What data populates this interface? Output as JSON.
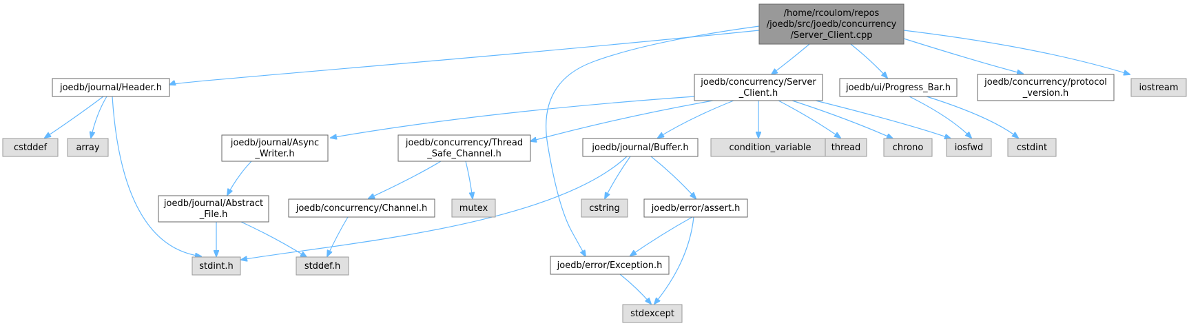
{
  "diagram": {
    "colors": {
      "edge": "#63b8ff",
      "root_fill": "#999999",
      "file_fill": "#ffffff",
      "system_fill": "#e0e0e0",
      "border": "#666666"
    },
    "nodes": [
      {
        "id": "root",
        "kind": "root",
        "lines": [
          "/home/rcoulom/repos",
          "/joedb/src/joedb/concurrency",
          "/Server_Client.cpp"
        ]
      },
      {
        "id": "header",
        "kind": "file",
        "lines": [
          "joedb/journal/Header.h"
        ]
      },
      {
        "id": "server_client_h",
        "kind": "file",
        "lines": [
          "joedb/concurrency/Server",
          "_Client.h"
        ]
      },
      {
        "id": "progress_bar",
        "kind": "file",
        "lines": [
          "joedb/ui/Progress_Bar.h"
        ]
      },
      {
        "id": "protocol_version",
        "kind": "file",
        "lines": [
          "joedb/concurrency/protocol",
          "_version.h"
        ]
      },
      {
        "id": "iostream",
        "kind": "system",
        "lines": [
          "iostream"
        ]
      },
      {
        "id": "cstddef",
        "kind": "system",
        "lines": [
          "cstddef"
        ]
      },
      {
        "id": "array",
        "kind": "system",
        "lines": [
          "array"
        ]
      },
      {
        "id": "async_writer",
        "kind": "file",
        "lines": [
          "joedb/journal/Async",
          "_Writer.h"
        ]
      },
      {
        "id": "thread_safe_channel",
        "kind": "file",
        "lines": [
          "joedb/concurrency/Thread",
          "_Safe_Channel.h"
        ]
      },
      {
        "id": "buffer",
        "kind": "file",
        "lines": [
          "joedb/journal/Buffer.h"
        ]
      },
      {
        "id": "condition_variable",
        "kind": "system",
        "lines": [
          "condition_variable"
        ]
      },
      {
        "id": "thread",
        "kind": "system",
        "lines": [
          "thread"
        ]
      },
      {
        "id": "chrono",
        "kind": "system",
        "lines": [
          "chrono"
        ]
      },
      {
        "id": "iosfwd",
        "kind": "system",
        "lines": [
          "iosfwd"
        ]
      },
      {
        "id": "cstdint",
        "kind": "system",
        "lines": [
          "cstdint"
        ]
      },
      {
        "id": "abstract_file",
        "kind": "file",
        "lines": [
          "joedb/journal/Abstract",
          "_File.h"
        ]
      },
      {
        "id": "channel",
        "kind": "file",
        "lines": [
          "joedb/concurrency/Channel.h"
        ]
      },
      {
        "id": "mutex",
        "kind": "system",
        "lines": [
          "mutex"
        ]
      },
      {
        "id": "cstring",
        "kind": "system",
        "lines": [
          "cstring"
        ]
      },
      {
        "id": "assert",
        "kind": "file",
        "lines": [
          "joedb/error/assert.h"
        ]
      },
      {
        "id": "stdint",
        "kind": "system",
        "lines": [
          "stdint.h"
        ]
      },
      {
        "id": "stddef",
        "kind": "system",
        "lines": [
          "stddef.h"
        ]
      },
      {
        "id": "exception",
        "kind": "file",
        "lines": [
          "joedb/error/Exception.h"
        ]
      },
      {
        "id": "stdexcept",
        "kind": "system",
        "lines": [
          "stdexcept"
        ]
      }
    ],
    "edges": [
      {
        "from": "root",
        "to": "header"
      },
      {
        "from": "root",
        "to": "server_client_h"
      },
      {
        "from": "root",
        "to": "progress_bar"
      },
      {
        "from": "root",
        "to": "protocol_version"
      },
      {
        "from": "root",
        "to": "iostream"
      },
      {
        "from": "root",
        "to": "exception"
      },
      {
        "from": "header",
        "to": "cstddef"
      },
      {
        "from": "header",
        "to": "array"
      },
      {
        "from": "header",
        "to": "stdint"
      },
      {
        "from": "server_client_h",
        "to": "async_writer"
      },
      {
        "from": "server_client_h",
        "to": "thread_safe_channel"
      },
      {
        "from": "server_client_h",
        "to": "buffer"
      },
      {
        "from": "server_client_h",
        "to": "condition_variable"
      },
      {
        "from": "server_client_h",
        "to": "thread"
      },
      {
        "from": "server_client_h",
        "to": "chrono"
      },
      {
        "from": "server_client_h",
        "to": "iosfwd"
      },
      {
        "from": "progress_bar",
        "to": "iosfwd"
      },
      {
        "from": "progress_bar",
        "to": "cstdint"
      },
      {
        "from": "async_writer",
        "to": "abstract_file"
      },
      {
        "from": "thread_safe_channel",
        "to": "channel"
      },
      {
        "from": "thread_safe_channel",
        "to": "mutex"
      },
      {
        "from": "buffer",
        "to": "cstring"
      },
      {
        "from": "buffer",
        "to": "assert"
      },
      {
        "from": "buffer",
        "to": "stdint"
      },
      {
        "from": "abstract_file",
        "to": "stdint"
      },
      {
        "from": "abstract_file",
        "to": "stddef"
      },
      {
        "from": "channel",
        "to": "stddef"
      },
      {
        "from": "assert",
        "to": "exception"
      },
      {
        "from": "assert",
        "to": "stdexcept"
      },
      {
        "from": "exception",
        "to": "stdexcept"
      }
    ]
  }
}
